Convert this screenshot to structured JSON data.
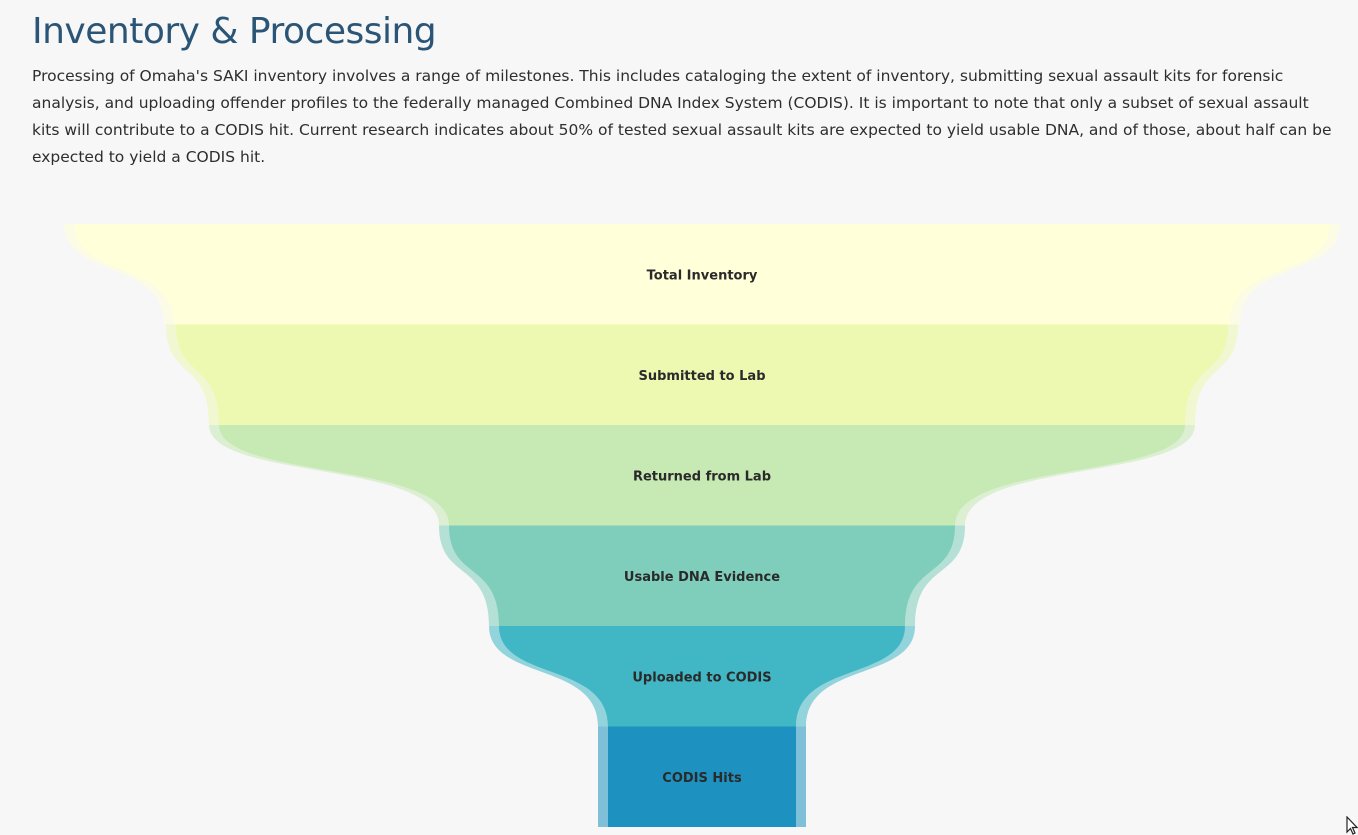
{
  "header": {
    "title": "Inventory & Processing",
    "intro": "Processing of Omaha's SAKI inventory involves a range of milestones. This includes cataloging the extent of inventory, submitting sexual assault kits for forensic analysis, and uploading offender profiles to the federally managed Combined DNA Index System (CODIS). It is important to note that only a subset of sexual assault kits will contribute to a CODIS hit. Current research indicates about 50% of tested sexual assault kits are expected to yield usable DNA, and of those, about half can be expected to yield a CODIS hit."
  },
  "funnel": {
    "stages": [
      {
        "label": "Total Inventory",
        "color": "#ffffd9"
      },
      {
        "label": "Submitted to Lab",
        "color": "#edf8b1"
      },
      {
        "label": "Returned from Lab",
        "color": "#c7e9b4"
      },
      {
        "label": "Usable DNA Evidence",
        "color": "#7fcdbb"
      },
      {
        "label": "Uploaded to CODIS",
        "color": "#41b6c4"
      },
      {
        "label": "CODIS Hits",
        "color": "#1d91c0"
      }
    ]
  }
}
